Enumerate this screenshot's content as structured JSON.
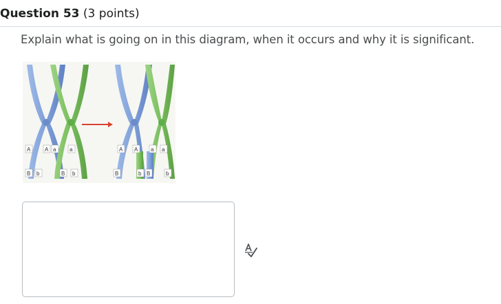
{
  "question": {
    "title": "Question 53",
    "points": "(3 points)",
    "prompt": "Explain what is going on in this diagram, when it occurs and why it is significant."
  },
  "diagram": {
    "labels_before": [
      "A",
      "A",
      "a",
      "a",
      "B",
      "b",
      "B",
      "b"
    ],
    "labels_after": [
      "A",
      "A",
      "a",
      "a",
      "B",
      "b",
      "B",
      "b"
    ],
    "colors": {
      "blue": "#7f9fd8",
      "green": "#7bbf5f",
      "arrow": "#d9432f"
    }
  },
  "answer": {
    "value": ""
  },
  "icons": {
    "spellcheck": "spellcheck-icon"
  }
}
